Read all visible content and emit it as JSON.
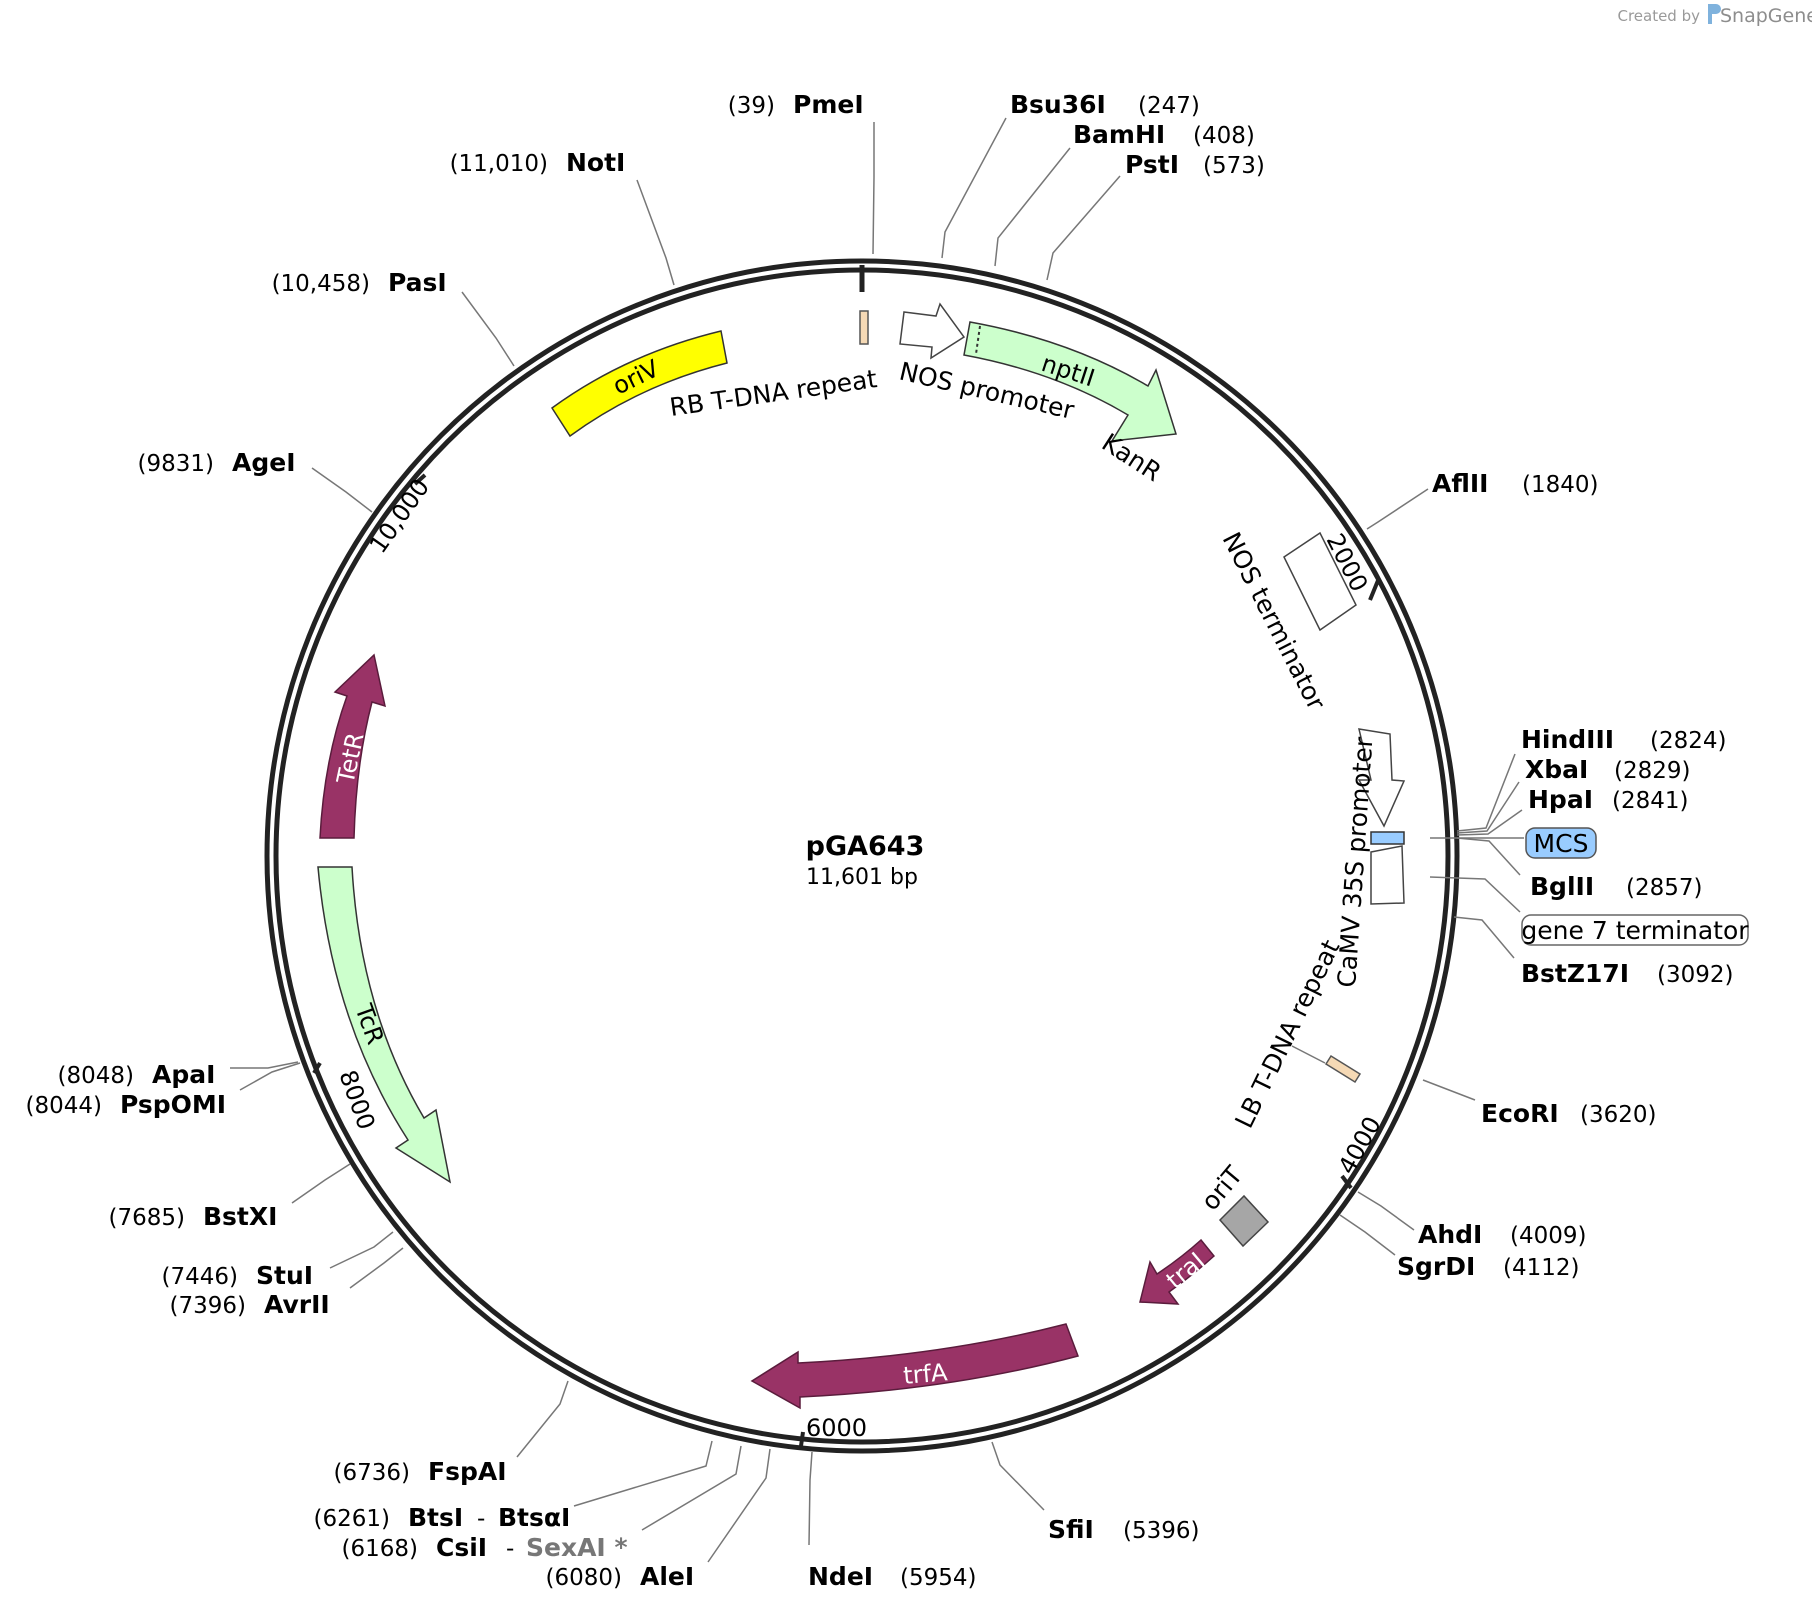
{
  "plasmid": {
    "name": "pGA643",
    "size_label": "11,601 bp",
    "length": 11601
  },
  "credit": {
    "prefix": "Created by",
    "brand": "SnapGene"
  },
  "colors": {
    "backbone": "#222222",
    "origin_yellow": "#ffff00",
    "marker_green": "#ccffcc",
    "gene_purple": "#993366",
    "orit_gray": "#a6a6a6",
    "repeat_tan": "#f5d9b5",
    "mcs_blue": "#99ccff"
  },
  "ticks": [
    {
      "label": "2000"
    },
    {
      "label": "4000"
    },
    {
      "label": "6000"
    },
    {
      "label": "8000"
    },
    {
      "label": "10,000"
    }
  ],
  "features": [
    {
      "label": "oriV",
      "inside": true
    },
    {
      "label": "RB T-DNA repeat"
    },
    {
      "label": "NOS promoter"
    },
    {
      "label": "nptII",
      "inside": true
    },
    {
      "label": "KanR"
    },
    {
      "label": "NOS terminator"
    },
    {
      "label": "CaMV 35S promoter"
    },
    {
      "label": "LB T-DNA repeat"
    },
    {
      "label": "oriT"
    },
    {
      "label": "traJ",
      "inside": true
    },
    {
      "label": "trfA",
      "inside": true
    },
    {
      "label": "TcR",
      "inside": true
    },
    {
      "label": "TetR",
      "inside": true
    }
  ],
  "sites": [
    {
      "name": "PmeI",
      "pos": "(39)"
    },
    {
      "name": "Bsu36I",
      "pos": "(247)"
    },
    {
      "name": "BamHI",
      "pos": "(408)"
    },
    {
      "name": "PstI",
      "pos": "(573)"
    },
    {
      "name": "AflII",
      "pos": "(1840)"
    },
    {
      "name": "HindIII",
      "pos": "(2824)"
    },
    {
      "name": "XbaI",
      "pos": "(2829)"
    },
    {
      "name": "HpaI",
      "pos": "(2841)"
    },
    {
      "name": "MCS"
    },
    {
      "name": "BglII",
      "pos": "(2857)"
    },
    {
      "name": "gene 7 terminator"
    },
    {
      "name": "BstZ17I",
      "pos": "(3092)"
    },
    {
      "name": "EcoRI",
      "pos": "(3620)"
    },
    {
      "name": "AhdI",
      "pos": "(4009)"
    },
    {
      "name": "SgrDI",
      "pos": "(4112)"
    },
    {
      "name": "SfiI",
      "pos": "(5396)"
    },
    {
      "name": "NdeI",
      "pos": "(5954)"
    },
    {
      "name": "AleI",
      "pos": "(6080)"
    },
    {
      "name": "CsiI",
      "pos": "(6168)",
      "sep": "-",
      "alt": "SexAI *"
    },
    {
      "name": "BtsI",
      "pos": "(6261)",
      "sep": "-",
      "alt": "BtsαI"
    },
    {
      "name": "FspAI",
      "pos": "(6736)"
    },
    {
      "name": "AvrII",
      "pos": "(7396)"
    },
    {
      "name": "StuI",
      "pos": "(7446)"
    },
    {
      "name": "BstXI",
      "pos": "(7685)"
    },
    {
      "name": "PspOMI",
      "pos": "(8044)"
    },
    {
      "name": "ApaI",
      "pos": "(8048)"
    },
    {
      "name": "AgeI",
      "pos": "(9831)"
    },
    {
      "name": "PasI",
      "pos": "(10,458)"
    },
    {
      "name": "NotI",
      "pos": "(11,010)"
    }
  ]
}
